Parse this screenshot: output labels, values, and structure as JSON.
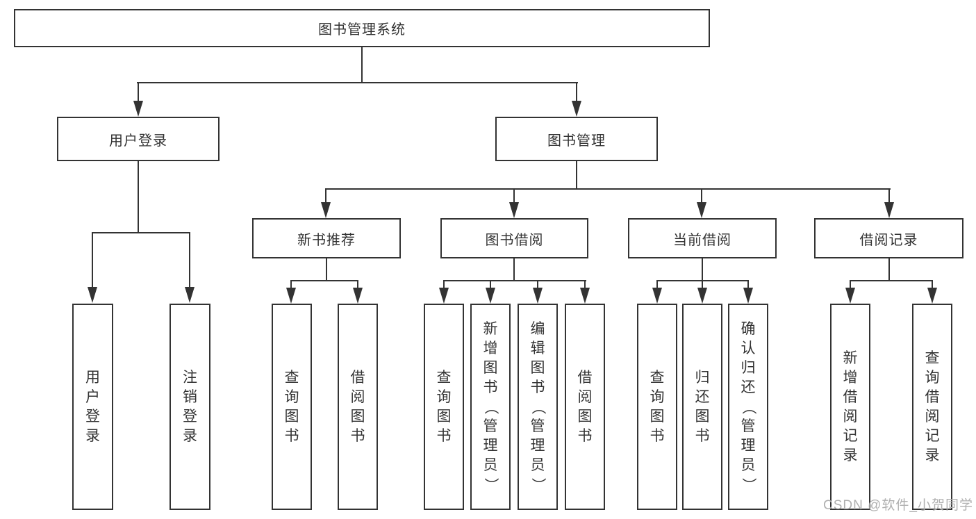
{
  "root": {
    "label": "图书管理系统"
  },
  "level2": {
    "user_login": {
      "label": "用户登录"
    },
    "book_management": {
      "label": "图书管理"
    }
  },
  "level3": {
    "new_book_recommendation": {
      "label": "新书推荐"
    },
    "book_borrowing": {
      "label": "图书借阅"
    },
    "current_borrowing": {
      "label": "当前借阅"
    },
    "borrowing_records": {
      "label": "借阅记录"
    }
  },
  "leaves": {
    "user_login": [
      "用户登录",
      "注销登录"
    ],
    "new_book_recommendation": [
      "查询图书",
      "借阅图书"
    ],
    "book_borrowing": [
      "查询图书",
      "新增图书（管理员）",
      "编辑图书（管理员）",
      "借阅图书"
    ],
    "current_borrowing": [
      "查询图书",
      "归还图书",
      "确认归还（管理员）"
    ],
    "borrowing_records": [
      "新增借阅记录",
      "查询借阅记录"
    ]
  },
  "watermark": {
    "text": "CSDN @软件_小贺同学"
  },
  "colors": {
    "line": "#333333",
    "text": "#333333",
    "box_background": "#ffffff",
    "page_background": "#ffffff",
    "watermark": "#b0b0b0"
  }
}
